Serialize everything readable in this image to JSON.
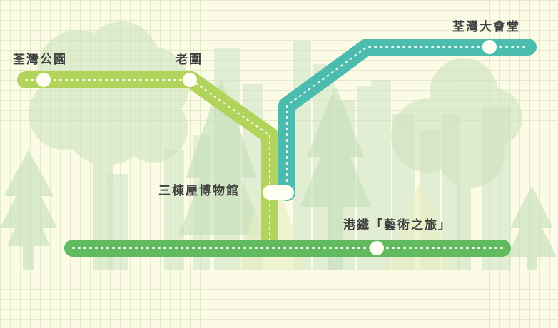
{
  "colors": {
    "background": "#fbfbe6",
    "grid": "#d6e1b8",
    "line_light_green": "#b2d35c",
    "line_green": "#62ba5e",
    "line_teal": "#4cbcaf",
    "station_fill": "#fffef2",
    "label_text": "#3f3f3f"
  },
  "stations": {
    "tsuen_wan_park": "荃灣公園",
    "lo_wai": "老圍",
    "sam_tung_uk_museum": "三棟屋博物館",
    "tsuen_wan_town_hall": "荃灣大會堂",
    "mtr_art": "港鐵「藝術之旅」"
  }
}
